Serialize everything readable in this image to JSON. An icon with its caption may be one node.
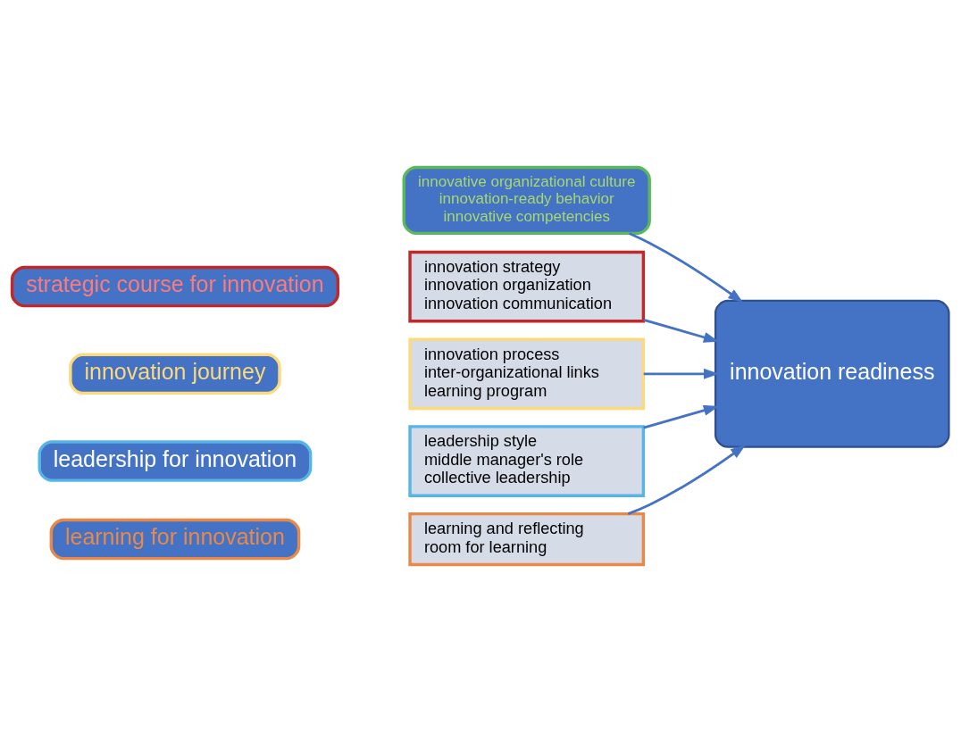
{
  "diagram": {
    "nodes": [
      {
        "text": [
          "innovative organizational culture",
          "innovation-ready behavior",
          "innovative competencies"
        ]
      },
      {
        "text": [
          "strategic course for innovation"
        ]
      },
      {
        "text": [
          "innovation strategy",
          "innovation organization",
          "innovation communication"
        ]
      },
      {
        "text": [
          "innovation journey"
        ]
      },
      {
        "text": [
          "innovation process",
          "inter-organizational links",
          "learning program"
        ]
      },
      {
        "text": [
          "leadership for innovation"
        ]
      },
      {
        "text": [
          "leadership style",
          "middle manager's role",
          "collective leadership"
        ]
      },
      {
        "text": [
          "learning for innovation"
        ]
      },
      {
        "text": [
          "learning and reflecting",
          "room for learning"
        ]
      },
      {
        "text": [
          "innovation readiness"
        ]
      }
    ],
    "edges": [
      {
        "from": 0,
        "to": 9,
        "arrow": "to"
      },
      {
        "from": 2,
        "to": 9,
        "arrow": "to"
      },
      {
        "from": 4,
        "to": 9,
        "arrow": "to"
      },
      {
        "from": 6,
        "to": 9,
        "arrow": "to"
      },
      {
        "from": 8,
        "to": 9,
        "arrow": "to"
      }
    ]
  }
}
